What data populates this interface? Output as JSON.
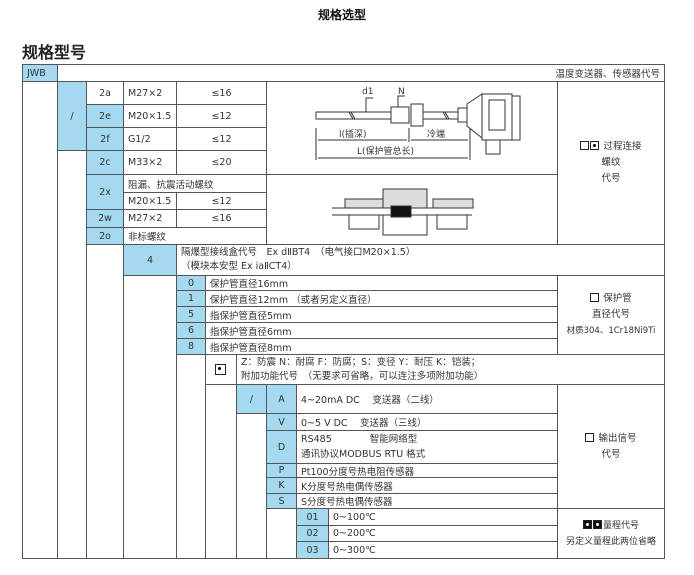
{
  "title": "规格选型",
  "heading": "规格型号",
  "model": "JWB",
  "header_right": "温度变送器、传感器代号",
  "slash": "/",
  "threads": [
    {
      "code": "2a",
      "thread": "M27×2",
      "len": "≤16"
    },
    {
      "code": "2e",
      "thread": "M20×1.5",
      "len": "≤12"
    },
    {
      "code": "2f",
      "thread": "G1/2",
      "len": "≤12"
    },
    {
      "code": "2c",
      "thread": "M33×2",
      "len": "≤20"
    },
    {
      "code": "2x",
      "desc": "阻漏、抗震活动螺纹",
      "thread": "M20×1.5",
      "len": "≤12"
    },
    {
      "code": "2w",
      "thread": "M27×2",
      "len": "≤16"
    },
    {
      "code": "2o",
      "desc": "非标螺纹"
    }
  ],
  "diagram": {
    "d1": "d1",
    "n": "N",
    "insert": "l(插深)",
    "cold": "冷端",
    "total": "L(保护管总长)"
  },
  "thread_box": {
    "line1": "过程连接",
    "line2": "螺纹",
    "line3": "代号"
  },
  "junction": {
    "code": "4",
    "line1": "隔爆型接线盒代号　Ex dⅡBT4　（电气接口M20×1.5）",
    "line2": "（模块本安型 Ex iaⅡCT4）"
  },
  "diameters": [
    {
      "code": "0",
      "desc": "保护管直径16mm"
    },
    {
      "code": "1",
      "desc": "保护管直径12mm （或者另定义直径）"
    },
    {
      "code": "5",
      "desc": "指保护管直径5mm"
    },
    {
      "code": "6",
      "desc": "指保护管直径6mm"
    },
    {
      "code": "8",
      "desc": "指保护管直径8mm"
    }
  ],
  "diameter_box": {
    "line1": "保护管",
    "line2": "直径代号",
    "line3": "材质304、1Cr18Ni9Ti"
  },
  "features": {
    "line1": "Z：防震 N：耐腐 F：防腐；S：变径 Y：耐压 K：铠装；",
    "line2": "附加功能代号　（无要求可省略，可以连注多项附加功能）"
  },
  "outputs": [
    {
      "code": "A",
      "desc": "4~20mA DC　 变送器（二线）"
    },
    {
      "code": "V",
      "desc": "0~5 V DC　 变送器（三线）"
    },
    {
      "code": "D",
      "desc": "RS485　　　　智能网络型",
      "desc2": "通讯协议MODBUS RTU 格式"
    },
    {
      "code": "P",
      "desc": "Pt100分度号热电阻传感器"
    },
    {
      "code": "K",
      "desc": "K分度号热电偶传感器"
    },
    {
      "code": "S",
      "desc": "S分度号热电偶传感器"
    }
  ],
  "output_box": {
    "line1": "输出信号",
    "line2": "代号"
  },
  "ranges": [
    {
      "code": "01",
      "desc": "0~100℃"
    },
    {
      "code": "02",
      "desc": "0~200℃"
    },
    {
      "code": "03",
      "desc": "0~300℃"
    }
  ],
  "range_box": {
    "line1": "量程代号",
    "line2": "另定义量程此两位省略"
  }
}
